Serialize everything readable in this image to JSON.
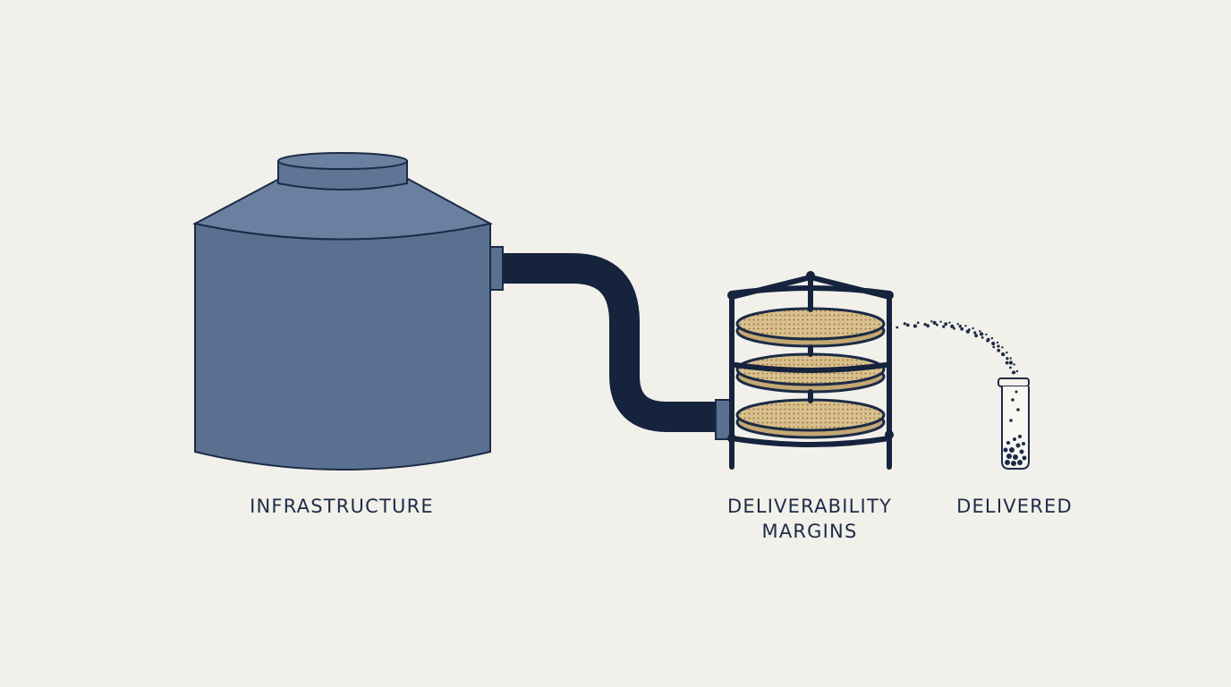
{
  "labels": {
    "infrastructure": "INFRASTRUCTURE",
    "margins_line1": "DELIVERABILITY",
    "margins_line2": "MARGINS",
    "delivered": "DELIVERED"
  },
  "colors": {
    "background": "#f2f0ea",
    "tank_fill": "#5a7090",
    "tank_top_fill": "#6a80a0",
    "outline": "#1c2b46",
    "pipe": "#15233d",
    "filter_disc": "#d9bf8c",
    "text": "#1c2b46"
  },
  "icons": [
    "storage-tank-icon",
    "pipe-icon",
    "filter-stack-icon",
    "particle-stream-icon",
    "vial-icon"
  ]
}
